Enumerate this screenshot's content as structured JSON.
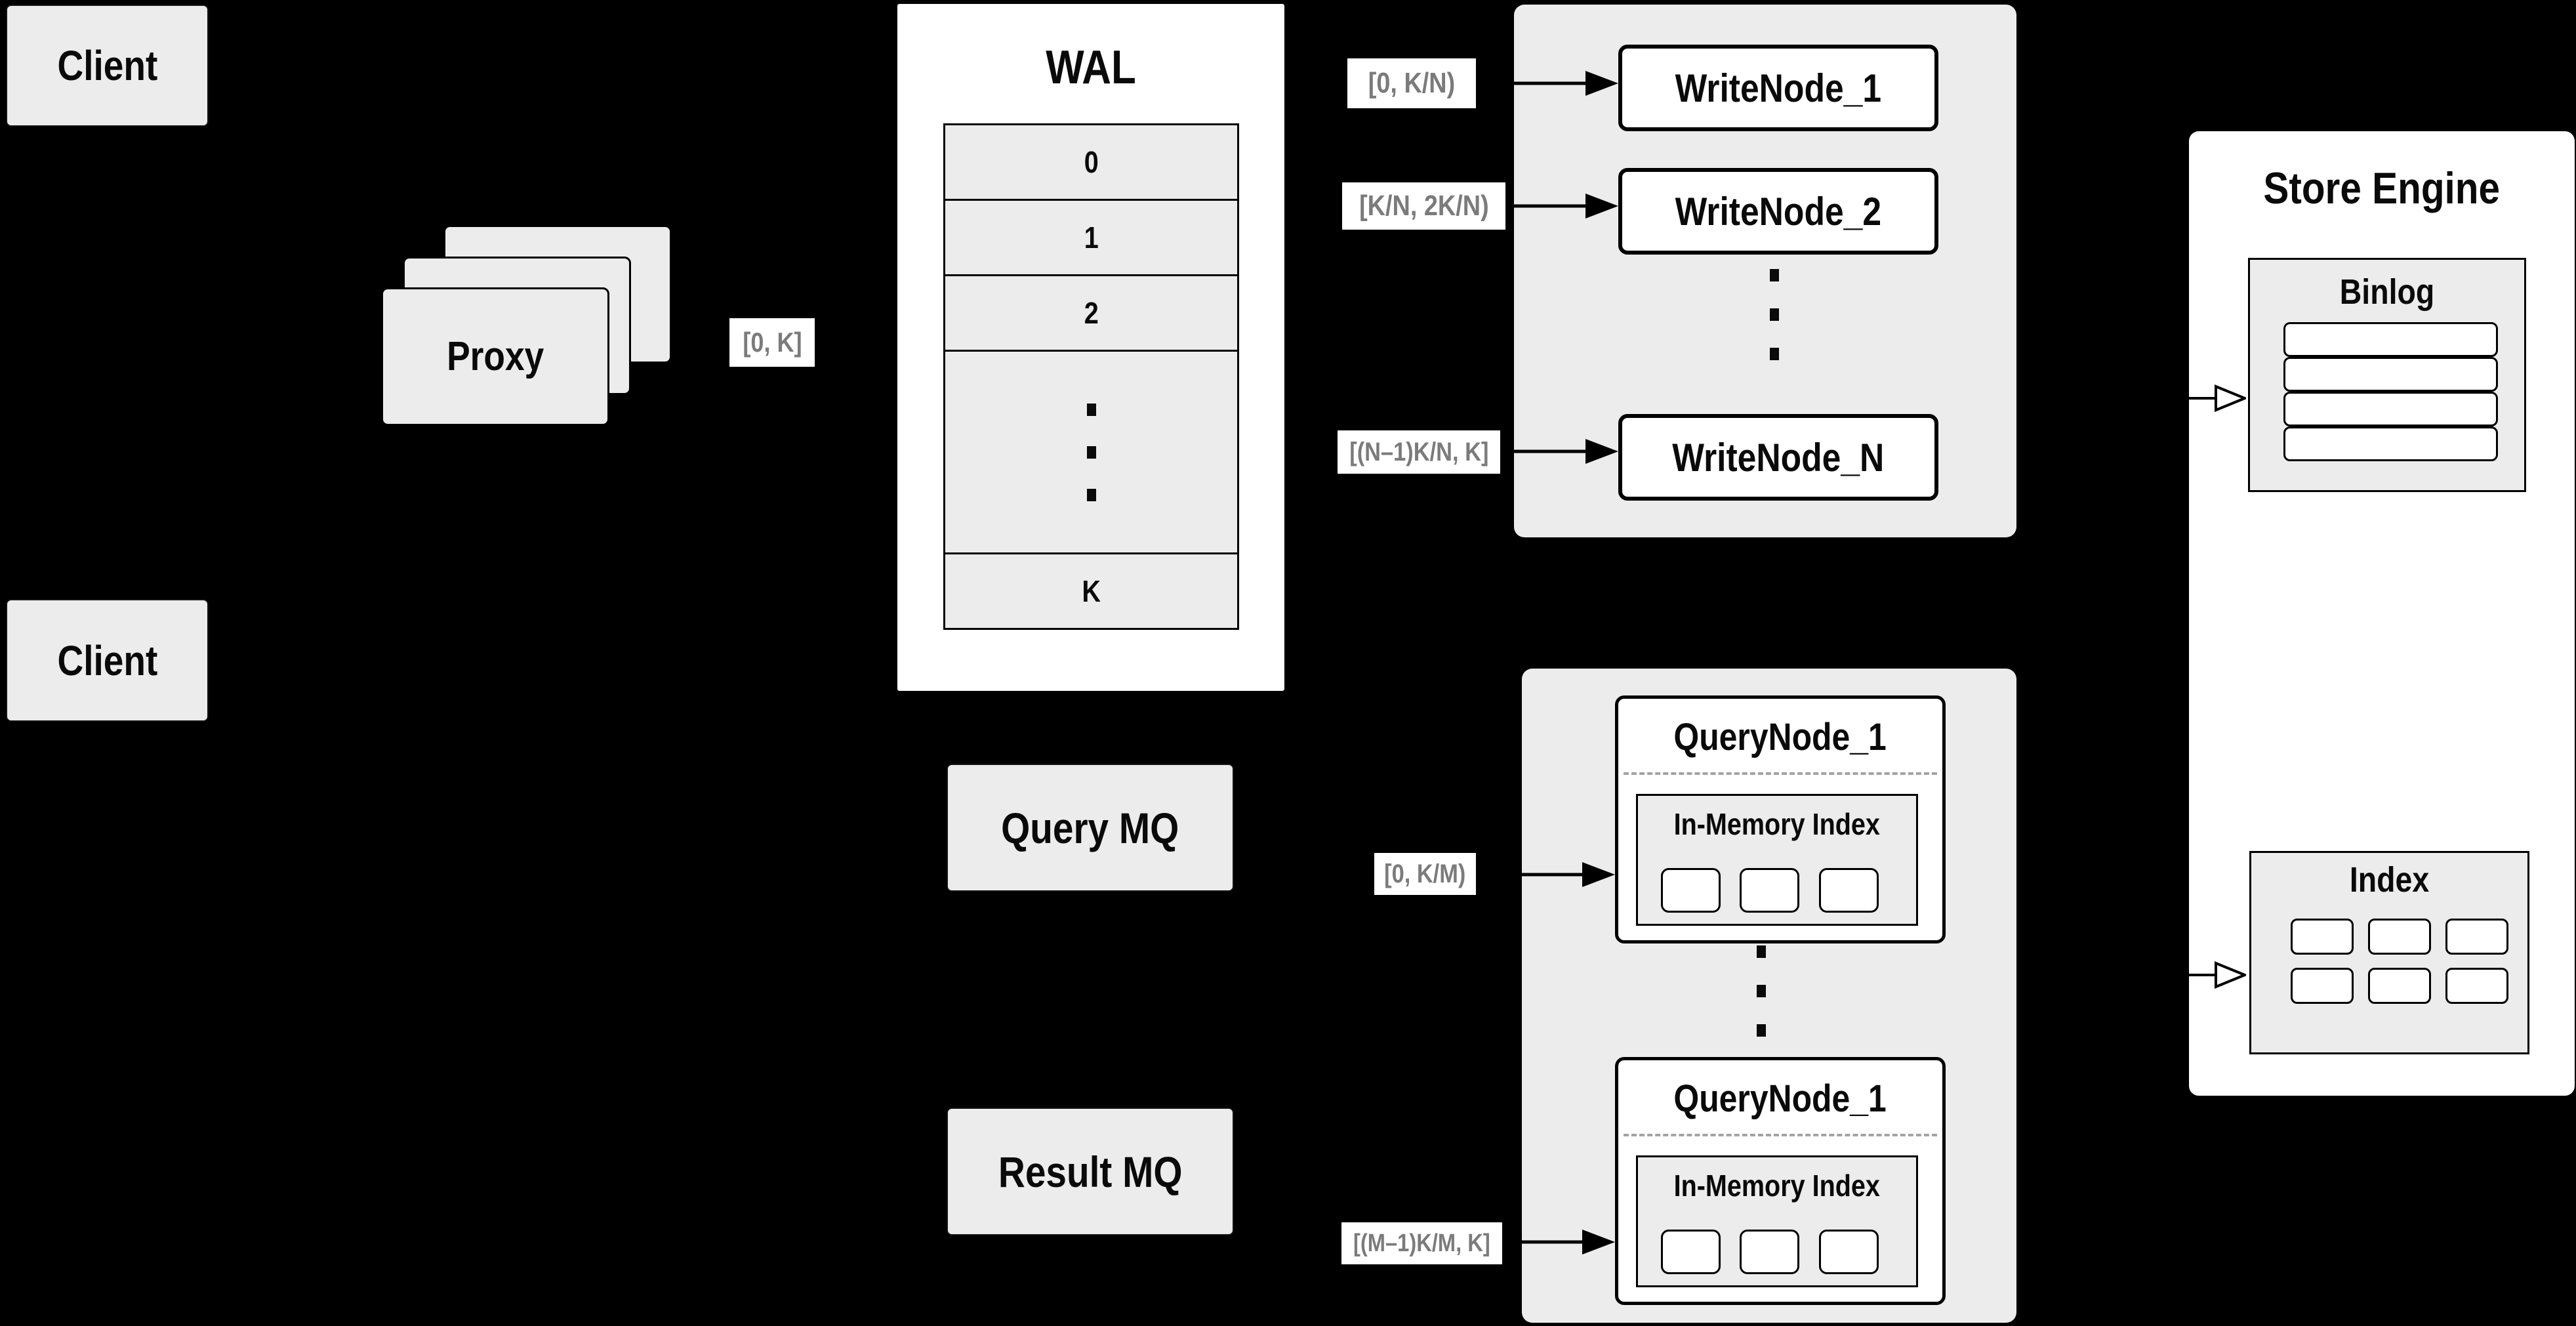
{
  "colors": {
    "background": "#000000",
    "panel_gray": "#ececec",
    "surface_white": "#ffffff",
    "line_black": "#000000",
    "range_text_gray": "#7b7b7b"
  },
  "clients": {
    "top_label": "Client",
    "bottom_label": "Client"
  },
  "proxy": {
    "label": "Proxy",
    "range_to_wal": "[0, K]"
  },
  "wal": {
    "title": "WAL",
    "segments": [
      "0",
      "1",
      "2"
    ],
    "last_segment": "K"
  },
  "write_section": {
    "ranges": [
      "[0, K/N)",
      "[K/N, 2K/N)",
      "[(N–1)K/N, K]"
    ],
    "nodes": [
      "WriteNode_1",
      "WriteNode_2",
      "WriteNode_N"
    ]
  },
  "mq": {
    "query_label": "Query MQ",
    "result_label": "Result MQ"
  },
  "query_section": {
    "ranges": [
      "[0, K/M)",
      "[(M–1)K/M, K]"
    ],
    "nodes": [
      {
        "title": "QueryNode_1",
        "memory_index_label": "In-Memory Index"
      },
      {
        "title": "QueryNode_1",
        "memory_index_label": "In-Memory Index"
      }
    ]
  },
  "store_engine": {
    "title": "Store Engine",
    "binlog_title": "Binlog",
    "index_title": "Index"
  }
}
